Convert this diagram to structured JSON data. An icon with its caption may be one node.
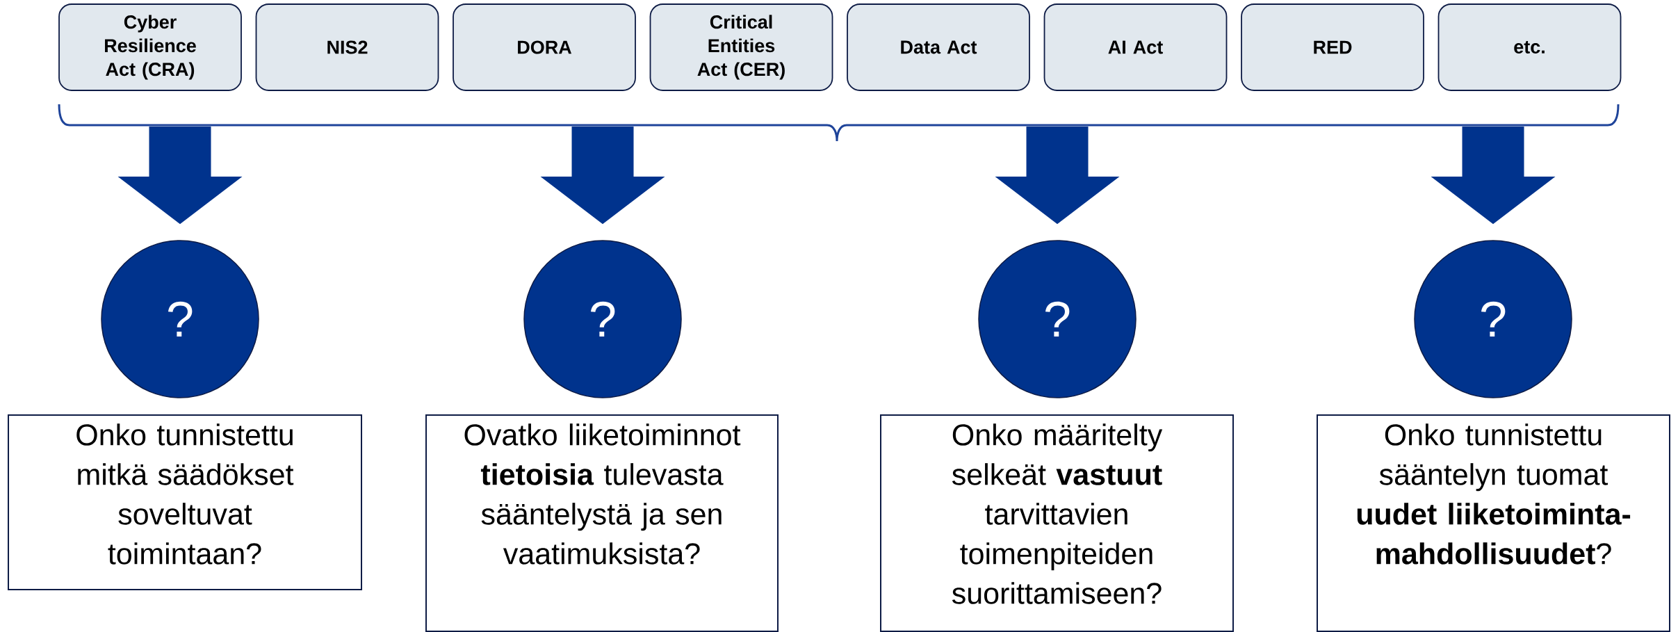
{
  "diagram": {
    "nodes": [
      {
        "text": [
          "Cyber Resilience Act (CRA)"
        ]
      },
      {
        "text": [
          "NIS2"
        ]
      },
      {
        "text": [
          "DORA"
        ]
      },
      {
        "text": [
          "Critical Entities Act (CER)"
        ]
      },
      {
        "text": [
          "Data Act"
        ]
      },
      {
        "text": [
          "AI Act"
        ]
      },
      {
        "text": [
          "RED"
        ]
      },
      {
        "text": [
          "etc."
        ]
      },
      {
        "text": [
          "?"
        ]
      },
      {
        "text": [
          "?"
        ]
      },
      {
        "text": [
          "?"
        ]
      },
      {
        "text": [
          "?"
        ]
      },
      {
        "text": [
          "Onko tunnistettu mitkä säädökset soveltuvat toimintaan?"
        ]
      },
      {
        "text": [
          "Ovatko liiketoiminnot **tietoisia** tulevasta sääntelystä ja sen vaatimuksista?"
        ]
      },
      {
        "text": [
          "Onko määritelty selkeät **vastuut** tarvittavien toimenpiteiden suorittamiseen?"
        ]
      },
      {
        "text": [
          "Onko tunnistettu sääntelyn tuomat **uudet liiketoiminta-mahdollisuudet**?"
        ]
      }
    ],
    "edges": [
      {
        "from": null,
        "to": 8,
        "arrow": "to"
      },
      {
        "from": null,
        "to": 9,
        "arrow": "to"
      },
      {
        "from": null,
        "to": 10,
        "arrow": "to"
      },
      {
        "from": null,
        "to": 11,
        "arrow": "to"
      }
    ]
  }
}
